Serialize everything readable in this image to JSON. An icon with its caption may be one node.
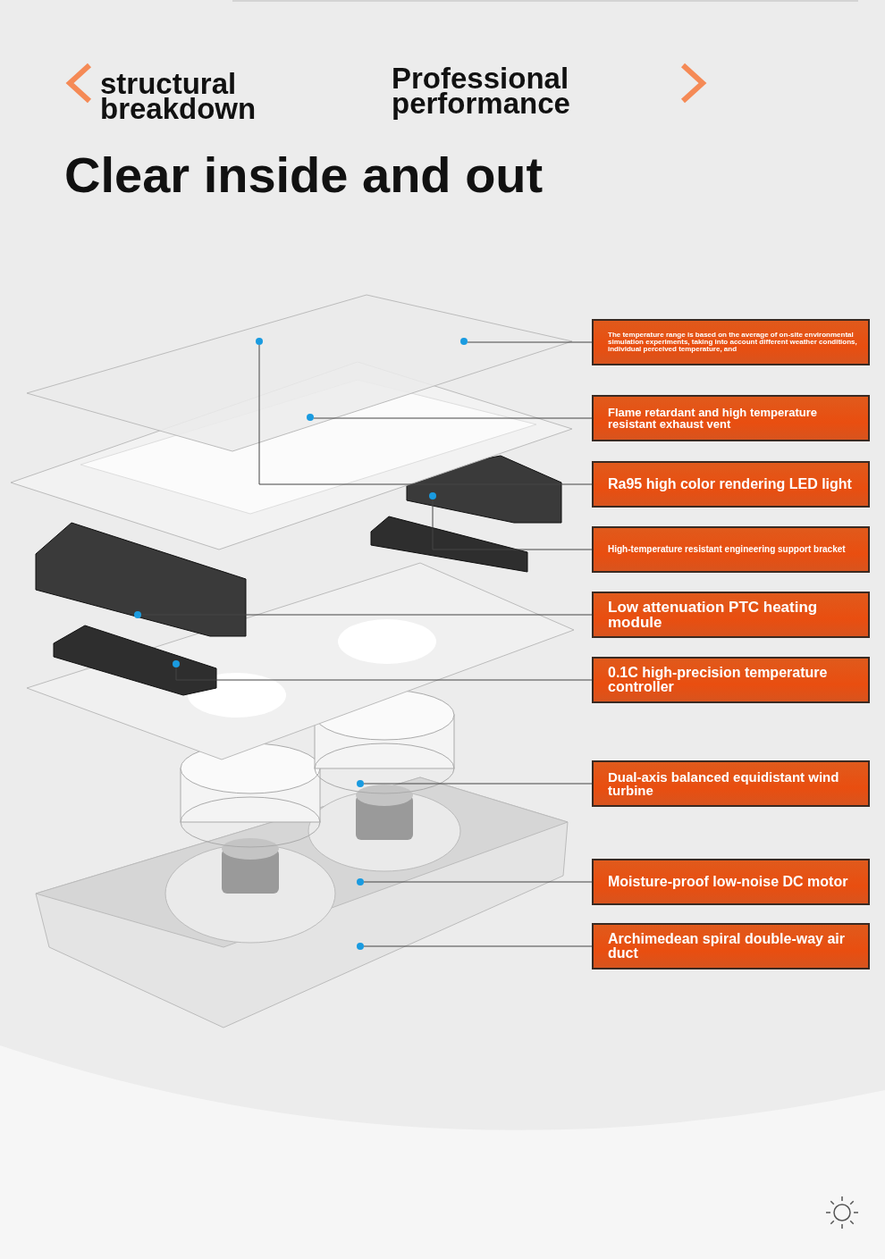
{
  "diagram": {
    "title": "Clear inside and out",
    "labels": [
      "structural breakdown",
      "Professional performance"
    ],
    "nodes": [
      {
        "text": [
          "The temperature range is based on the average of on-site environmental simulation experiments, taking into account different weather conditions, individual perceived temperature, and"
        ]
      },
      {
        "text": [
          "Flame retardant and high temperature resistant exhaust vent"
        ]
      },
      {
        "text": [
          "Ra95 high color rendering LED light"
        ]
      },
      {
        "text": [
          "High-temperature resistant engineering support bracket"
        ]
      },
      {
        "text": [
          "Low attenuation PTC heating module"
        ]
      },
      {
        "text": [
          "0.1C high-precision temperature controller"
        ]
      },
      {
        "text": [
          "Dual-axis balanced equidistant wind turbine"
        ]
      },
      {
        "text": [
          "Moisture-proof low-noise DC motor"
        ]
      },
      {
        "text": [
          "Archimedean spiral double-way air duct"
        ]
      },
      {
        "text": [],
        "shape": "circle"
      },
      {
        "text": [],
        "shape": "circle"
      },
      {
        "text": [],
        "shape": "circle"
      },
      {
        "text": [],
        "shape": "circle"
      },
      {
        "text": [],
        "shape": "circle"
      },
      {
        "text": [],
        "shape": "circle"
      },
      {
        "text": [],
        "shape": "circle"
      },
      {
        "text": [],
        "shape": "circle"
      },
      {
        "text": [],
        "shape": "circle"
      }
    ],
    "edges": [
      {
        "from": 0,
        "to": 9,
        "arrow": "none"
      },
      {
        "from": 1,
        "to": 10,
        "arrow": "none"
      },
      {
        "from": 2,
        "to": 11,
        "arrow": "none"
      },
      {
        "from": 3,
        "to": 12,
        "arrow": "none"
      },
      {
        "from": 4,
        "to": 13,
        "arrow": "none"
      },
      {
        "from": 5,
        "to": 14,
        "arrow": "none"
      },
      {
        "from": 6,
        "to": 15,
        "arrow": "none"
      },
      {
        "from": 7,
        "to": 16,
        "arrow": "none"
      },
      {
        "from": 8,
        "to": 17,
        "arrow": "none"
      }
    ]
  }
}
